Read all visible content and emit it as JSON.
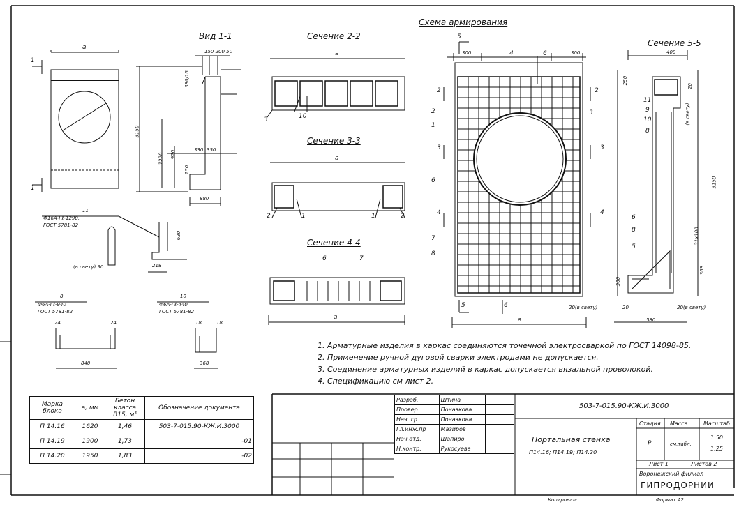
{
  "titles": {
    "schema": "Схема        армирования",
    "view11": "Вид 1-1",
    "sec22": "Сечение 2-2",
    "sec33": "Сечение 3-3",
    "sec44": "Сечение 4-4",
    "sec55": "Сечение 5-5"
  },
  "labels": {
    "a": "a",
    "one": "1",
    "two": "2",
    "three": "3",
    "four": "4",
    "five": "5",
    "six": "6",
    "seven": "7",
    "eight": "8",
    "nine": "9",
    "ten": "10",
    "eleven": "11",
    "d300": "300",
    "d400": "400",
    "d580": "580",
    "d880": "880",
    "d630": "630",
    "d218": "218",
    "d840": "840",
    "d368": "368",
    "d24": "24",
    "d18": "18",
    "d3150": "3150",
    "d1220": "1220",
    "d920": "920",
    "d330": "330",
    "d350": "350",
    "d150": "150",
    "d380": "380",
    "d150_200_50": "150 200 50",
    "d380_16": "380/16",
    "d250": "250",
    "d20": "20",
    "d20s": "20(в свету)",
    "d31x100": "31x100",
    "d368v": "368",
    "vsvetu": "(в свету)",
    "item11": "11",
    "item8": "8",
    "item10": "10",
    "rebar11": "Ф16А-I  ℓ-1290,",
    "gost11": "ГОСТ 5781-82",
    "rebar8": "Ф6А-I  ℓ-940",
    "gost8": "ГОСТ 5781-82",
    "rebar10": "Ф6А-I  ℓ-440",
    "gost10": "ГОСТ 5781-82",
    "in_light_90": "(в свету)    90"
  },
  "notes": [
    "1. Арматурные изделия в каркас соединяются точечной электросваркой по ГОСТ 14098-85.",
    "2. Применение ручной дуговой сварки электродами не допускается.",
    "3. Соединение арматурных изделий в каркас допускается вязальной проволокой.",
    "4. Спецификацию  см  лист 2."
  ],
  "spec_table": {
    "headers": [
      "Марка блока",
      "a, мм",
      "Бетон класса В15, м³",
      "Обозначение документа"
    ],
    "rows": [
      [
        "П 14.16",
        "1620",
        "1,46",
        "503-7-015.90-КЖ.И.3000"
      ],
      [
        "П 14.19",
        "1900",
        "1,73",
        "-01"
      ],
      [
        "П 14.20",
        "1950",
        "1,83",
        "-02"
      ]
    ]
  },
  "title_block": {
    "roles": [
      "Разраб.",
      "Провер.",
      "Нач. гр.",
      "Гл.инж.пр",
      "Нач.отд.",
      "Н.контр."
    ],
    "names": [
      "Штина",
      "Поназкова",
      "Поназкова",
      "Мазиров",
      "Шапиро",
      "Рукосуева"
    ],
    "doc_code": "503-7-015.90-КЖ.И.3000",
    "project_title": "Портальная стенка",
    "project_sub": "П14.16;  П14.19;  П14.20",
    "col_stage": "Стадия",
    "col_mass": "Масса",
    "col_scale": "Масштаб",
    "stage": "Р",
    "mass": "см.табл.",
    "scale1": "1:50",
    "scale2": "1:25",
    "sheet": "Лист 1",
    "sheets": "Листов 2",
    "org": "Воронежский филиал",
    "org2": "ГИПРОДОРНИИ"
  },
  "footer": {
    "copied": "Копировал:",
    "format": "Формат А2"
  }
}
